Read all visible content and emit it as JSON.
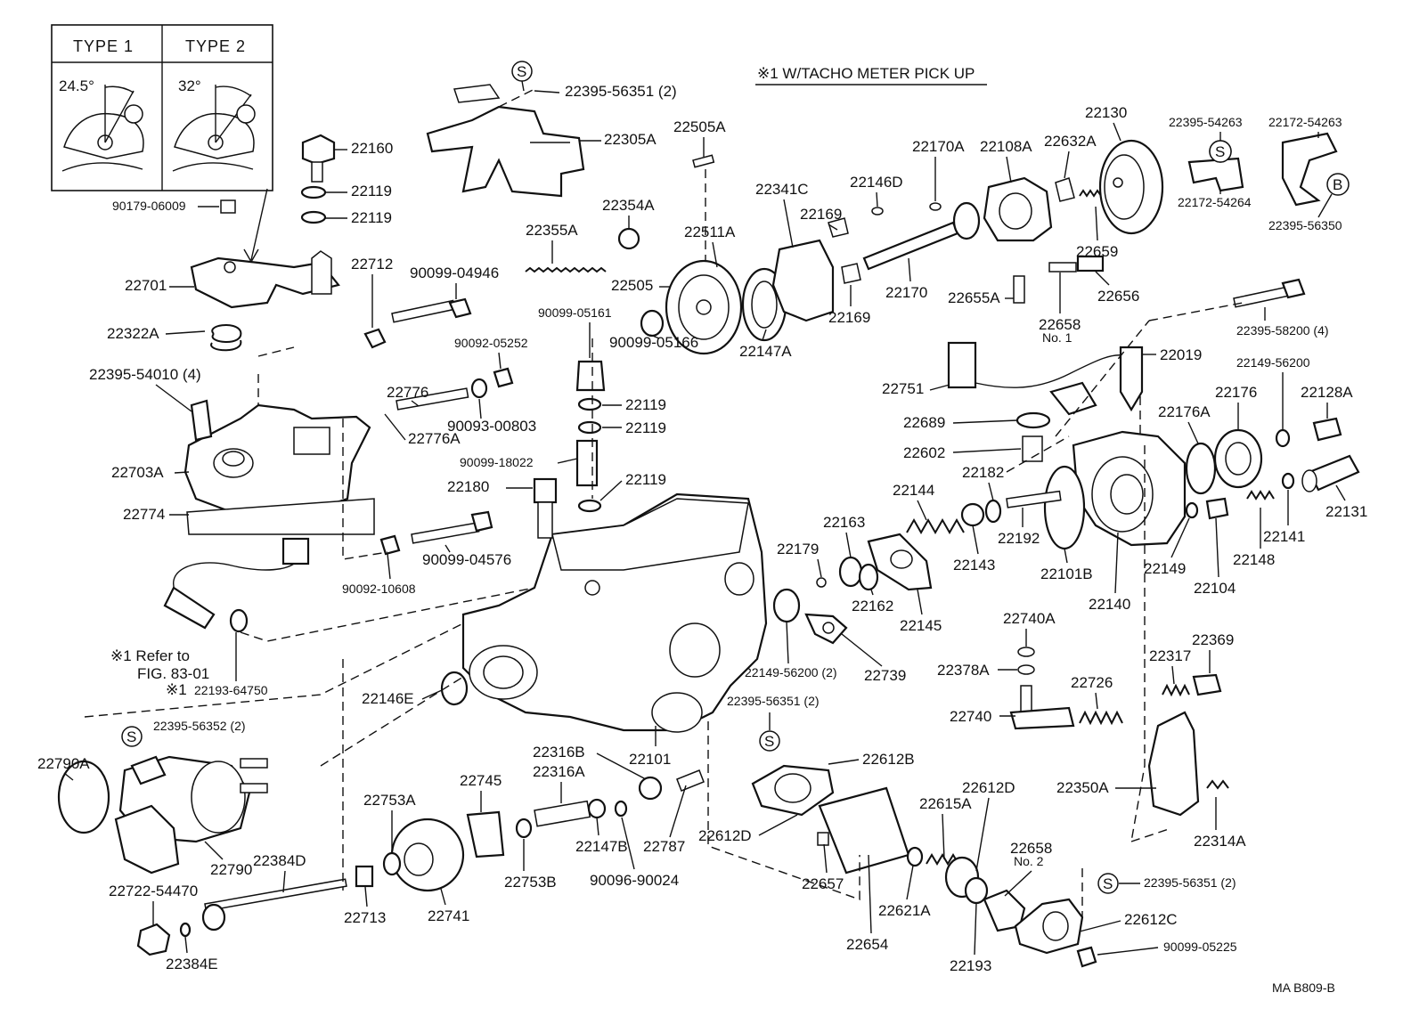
{
  "header": {
    "note": "※1 W/TACHO METER PICK UP",
    "figure_code": "MA B809-B"
  },
  "inset": {
    "type1": "TYPE 1",
    "type2": "TYPE 2",
    "angle1": "24.5°",
    "angle2": "32°"
  },
  "notes": {
    "refer_line1": "※1 Refer to",
    "refer_line2": "FIG. 83-01",
    "star_mark": "※1"
  },
  "symbols": {
    "s": "S",
    "b": "B"
  },
  "labels": [
    "22395-56351 (2)",
    "22305A",
    "22160",
    "22119",
    "22119",
    "90179-06009",
    "22701",
    "22712",
    "90099-04946",
    "22322A",
    "22395-54010 (4)",
    "22776",
    "90092-05252",
    "22776A",
    "90093-00803",
    "22703A",
    "22774",
    "90099-04576",
    "90092-10608",
    "22193-64750",
    "22395-56352 (2)",
    "22790A",
    "22790",
    "22722-54470",
    "22384D",
    "22384E",
    "22713",
    "22753A",
    "22741",
    "22753B",
    "22745",
    "22316B",
    "22316A",
    "22147B",
    "90096-90024",
    "22787",
    "22101",
    "22146E",
    "22180",
    "90099-18022",
    "22119",
    "22119",
    "22119",
    "90099-05161",
    "90099-05166",
    "22355A",
    "22354A",
    "22505A",
    "22511A",
    "22505",
    "22147A",
    "22341C",
    "22169",
    "22169",
    "22146D",
    "22170A",
    "22170",
    "22108A",
    "22632A",
    "22130",
    "22659",
    "22395-54263",
    "22172-54263",
    "22172-54264",
    "22395-56350",
    "22655A",
    "22656",
    "22658",
    "No. 1",
    "22395-58200 (4)",
    "22019",
    "22751",
    "22689",
    "22602",
    "22149-56200",
    "22176",
    "22128A",
    "22176A",
    "22144",
    "22182",
    "22163",
    "22179",
    "22143",
    "22192",
    "22101B",
    "22140",
    "22131",
    "22141",
    "22149",
    "22104",
    "22148",
    "22162",
    "22145",
    "22149-56200 (2)",
    "22739",
    "22740A",
    "22378A",
    "22740",
    "22726",
    "22317",
    "22369",
    "22350A",
    "22314A",
    "22395-56351 (2)",
    "22612B",
    "22612D",
    "22612D",
    "22657",
    "22654",
    "22615A",
    "22621A",
    "22193",
    "22658",
    "No. 2",
    "22395-56351 (2)",
    "22612C",
    "90099-05225",
    "※1",
    "※1",
    "※1"
  ]
}
